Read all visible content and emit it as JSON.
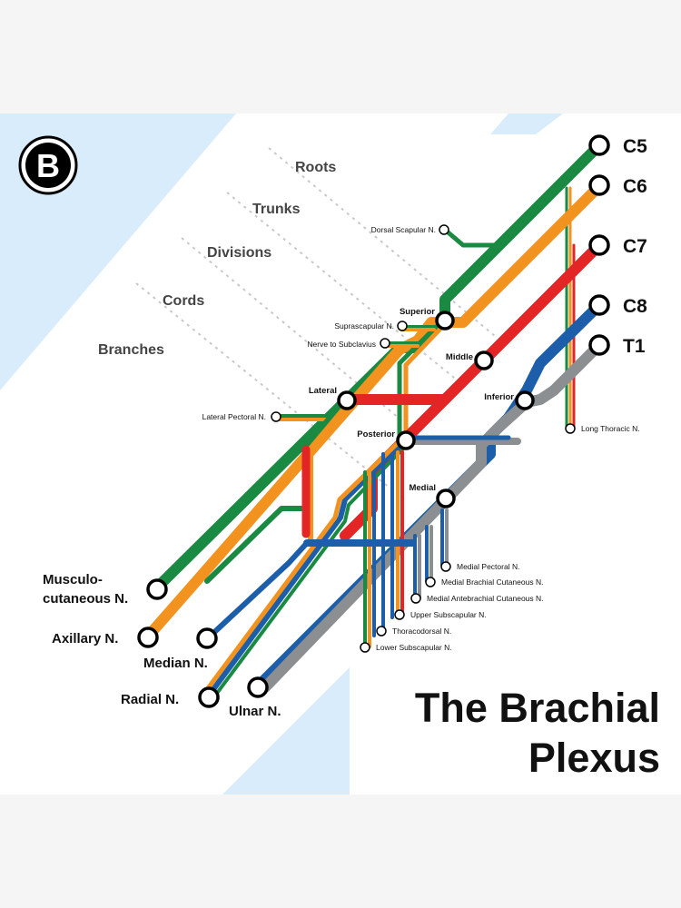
{
  "logo": {
    "letter": "B"
  },
  "title": {
    "line1": "The Brachial",
    "line2": "Plexus"
  },
  "categories": [
    "Roots",
    "Trunks",
    "Divisions",
    "Cords",
    "Branches"
  ],
  "roots": [
    "C5",
    "C6",
    "C7",
    "C8",
    "T1"
  ],
  "trunks": [
    "Superior",
    "Middle",
    "Inferior"
  ],
  "cords": [
    "Lateral",
    "Posterior",
    "Medial"
  ],
  "terminal_branches": {
    "musculo_line1": "Musculo-",
    "musculo_line2": "cutaneous N.",
    "axillary": "Axillary N.",
    "median": "Median N.",
    "radial": "Radial N.",
    "ulnar": "Ulnar N."
  },
  "minor_branches": {
    "dorsal_scapular": "Dorsal Scapular N.",
    "suprascapular": "Suprascapular N.",
    "nerve_to_subclavius": "Nerve to Subclavius",
    "lateral_pectoral": "Lateral Pectoral N.",
    "long_thoracic": "Long Thoracic N.",
    "medial_pectoral": "Medial Pectoral N.",
    "medial_brachial_cutaneous": "Medial Brachial Cutaneous N.",
    "medial_antebrachial_cutaneous": "Medial Antebrachial Cutaneous N.",
    "upper_subscapular": "Upper Subscapular N.",
    "thoracodorsal": "Thoracodorsal N.",
    "lower_subscapular": "Lower Subscapular N."
  },
  "colors": {
    "c5": "#1a8a43",
    "c6": "#f2921f",
    "c7": "#e42526",
    "c8": "#1c5eaa",
    "t1": "#8c8f91",
    "background_tint": "#d8ecfb"
  }
}
